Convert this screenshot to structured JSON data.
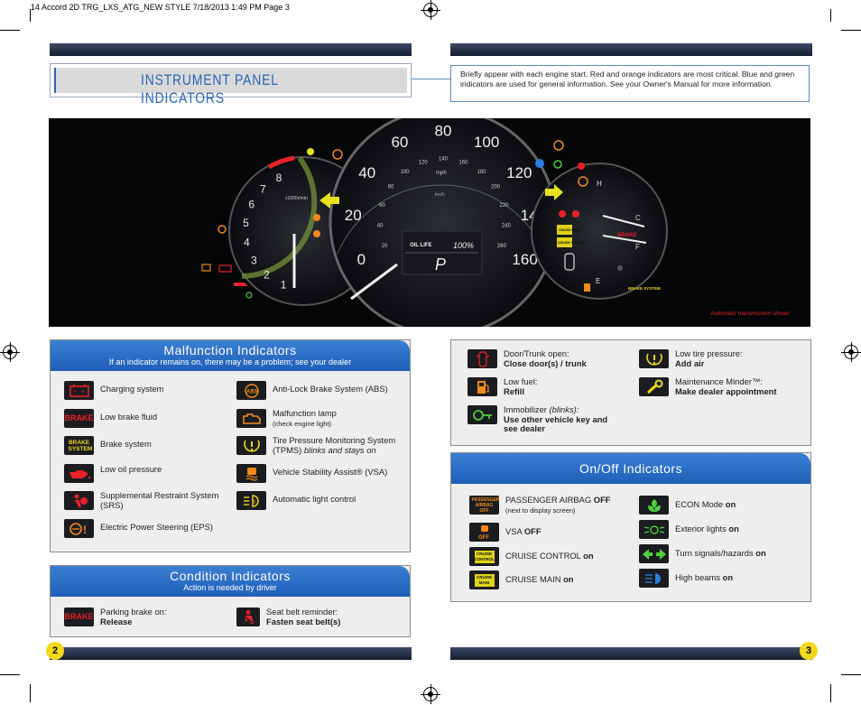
{
  "print_header": "14 Accord 2D TRG_LXS_ATG_NEW STYLE  7/18/2013  1:49 PM  Page 3",
  "page_title": "INSTRUMENT PANEL INDICATORS",
  "intro_text": "Briefly appear with each engine start. Red and orange indicators are most critical. Blue and green indicators are used for general information. See your Owner's Manual for more information.",
  "cluster": {
    "tach_numbers": [
      "1",
      "2",
      "3",
      "4",
      "5",
      "6",
      "7",
      "8"
    ],
    "tach_unit": "x1000r/min",
    "speed_numbers": [
      "0",
      "20",
      "40",
      "60",
      "80",
      "100",
      "120",
      "140",
      "160"
    ],
    "speed_unit": "mph",
    "kmh_numbers": [
      "20",
      "40",
      "60",
      "80",
      "100",
      "120",
      "140",
      "160",
      "180",
      "200",
      "220",
      "240",
      "260"
    ],
    "kmh_unit": "km/h",
    "oil_life_label": "OIL LIFE",
    "oil_life_value": "100%",
    "gear": "P",
    "temp_h": "H",
    "temp_c": "C",
    "fuel_f": "F",
    "fuel_e": "E",
    "brake_label": "BRAKE",
    "brake_system_label": "BRAKE SYSTEM",
    "cruise_main_label": "CRUISE MAIN",
    "cruise_control_label": "CRUISE CONTROL",
    "caption": "Automatic transmission shown"
  },
  "malfunction": {
    "title": "Malfunction Indicators",
    "subtitle": "If an indicator remains on, there may be a problem; see your dealer",
    "left_items": [
      {
        "icon": "battery-icon",
        "label": "Charging system"
      },
      {
        "icon": "brake-text-icon",
        "badge": "BRAKE",
        "label": "Low brake fluid"
      },
      {
        "icon": "brake-system-icon",
        "badge": "BRAKE SYSTEM",
        "label": "Brake system"
      },
      {
        "icon": "oil-can-icon",
        "label": "Low oil pressure"
      },
      {
        "icon": "airbag-icon",
        "label": "Supplemental Restraint System (SRS)"
      },
      {
        "icon": "steering-icon",
        "label": "Electric Power Steering (EPS)"
      }
    ],
    "right_items": [
      {
        "icon": "abs-icon",
        "label": "Anti-Lock Brake System (ABS)"
      },
      {
        "icon": "engine-icon",
        "label": "Malfunction lamp",
        "note": "(check engine light)"
      },
      {
        "icon": "tire-pressure-icon",
        "label": "Tire Pressure Monitoring System (TPMS)",
        "note": "blinks and stays on"
      },
      {
        "icon": "vsa-icon",
        "label": "Vehicle Stability Assist® (VSA)"
      },
      {
        "icon": "auto-light-icon",
        "label": "Automatic light control"
      }
    ]
  },
  "condition": {
    "title": "Condition Indicators",
    "subtitle": "Action is needed by driver",
    "items": [
      {
        "icon": "parking-brake-icon",
        "badge": "BRAKE",
        "label": "Parking brake on:",
        "action": "Release"
      },
      {
        "icon": "seatbelt-icon",
        "label": "Seat belt reminder:",
        "action": "Fasten seat belt(s)"
      }
    ]
  },
  "right_top": {
    "items": [
      {
        "icon": "door-open-icon",
        "label": "Door/Trunk open:",
        "action": "Close door(s) / trunk"
      },
      {
        "icon": "fuel-icon",
        "label": "Low fuel:",
        "action": "Refill"
      },
      {
        "icon": "immobilizer-icon",
        "label": "Immobilizer",
        "note": "(blinks):",
        "action": "Use other vehicle key and see dealer"
      },
      {
        "icon": "tire-pressure-icon",
        "label": "Low tire pressure:",
        "action": "Add air"
      },
      {
        "icon": "wrench-icon",
        "label": "Maintenance Minder™:",
        "action": "Make dealer appointment"
      }
    ]
  },
  "onoff": {
    "title": "On/Off Indicators",
    "left_items": [
      {
        "icon": "passenger-airbag-off-icon",
        "badge": "PASSENGER AIRBAG OFF",
        "label": "PASSENGER AIRBAG",
        "state": "OFF",
        "note": "(next to display screen)"
      },
      {
        "icon": "vsa-off-icon",
        "label": "VSA",
        "state": "OFF"
      },
      {
        "icon": "cruise-control-icon",
        "badge": "CRUISE CONTROL",
        "label": "CRUISE CONTROL",
        "state": "on"
      },
      {
        "icon": "cruise-main-icon",
        "badge": "CRUISE MAIN",
        "label": "CRUISE MAIN",
        "state": "on"
      }
    ],
    "right_items": [
      {
        "icon": "econ-icon",
        "label": "ECON Mode",
        "state": "on"
      },
      {
        "icon": "exterior-lights-icon",
        "label": "Exterior lights",
        "state": "on"
      },
      {
        "icon": "turn-signal-icon",
        "label": "Turn signals/hazards",
        "state": "on"
      },
      {
        "icon": "high-beam-icon",
        "label": "High beams",
        "state": "on"
      }
    ]
  },
  "page_numbers": {
    "left": "2",
    "right": "3"
  },
  "colors": {
    "blue_header": "#2a6fc9",
    "title_blue": "#2a65b5",
    "red": "#e8202a",
    "orange": "#f08a1c",
    "yellow": "#f4d81b",
    "green": "#4cd13a",
    "blue_lamp": "#2b7de0"
  }
}
